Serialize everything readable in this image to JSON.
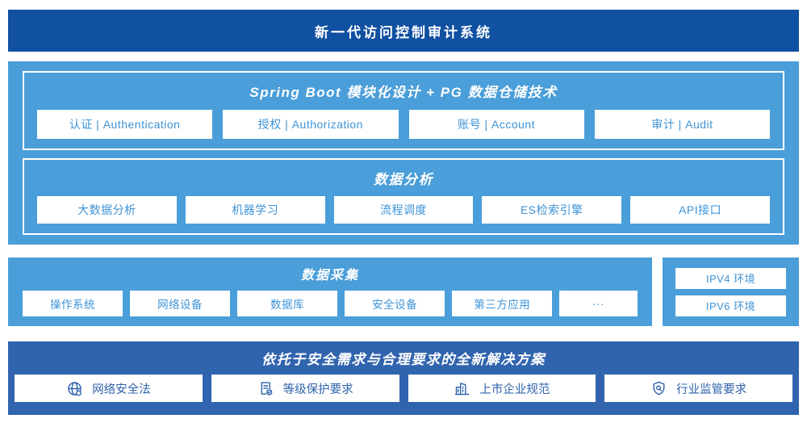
{
  "banner": {
    "title": "新一代访问控制审计系统"
  },
  "architecture": {
    "spring": {
      "title": "Spring Boot 模块化设计 + PG 数据仓储技术",
      "modules": [
        "认证 | Authentication",
        "授权 | Authorization",
        "账号 | Account",
        "审计 | Audit"
      ]
    },
    "analysis": {
      "title": "数据分析",
      "modules": [
        "大数据分析",
        "机器学习",
        "流程调度",
        "ES检索引擎",
        "API接口"
      ]
    }
  },
  "collection": {
    "title": "数据采集",
    "sources": [
      "操作系统",
      "网络设备",
      "数据库",
      "安全设备",
      "第三方应用",
      "···"
    ],
    "environments": [
      "IPV4 环境",
      "IPV6 环境"
    ]
  },
  "solution": {
    "title": "依托于安全需求与合理要求的全新解决方案",
    "items": [
      {
        "icon": "globe-icon",
        "label": "网络安全法"
      },
      {
        "icon": "document-check-icon",
        "label": "等级保护要求"
      },
      {
        "icon": "building-icon",
        "label": "上市企业规范"
      },
      {
        "icon": "shield-search-icon",
        "label": "行业监管要求"
      }
    ]
  },
  "colors": {
    "banner_bg": "#1151a2",
    "layer_bg": "#4a9ed9",
    "solution_bg": "#3164ae",
    "chip_text": "#3e93d6",
    "solution_chip_text": "#2f63ac",
    "panel_border": "#ffffff"
  }
}
